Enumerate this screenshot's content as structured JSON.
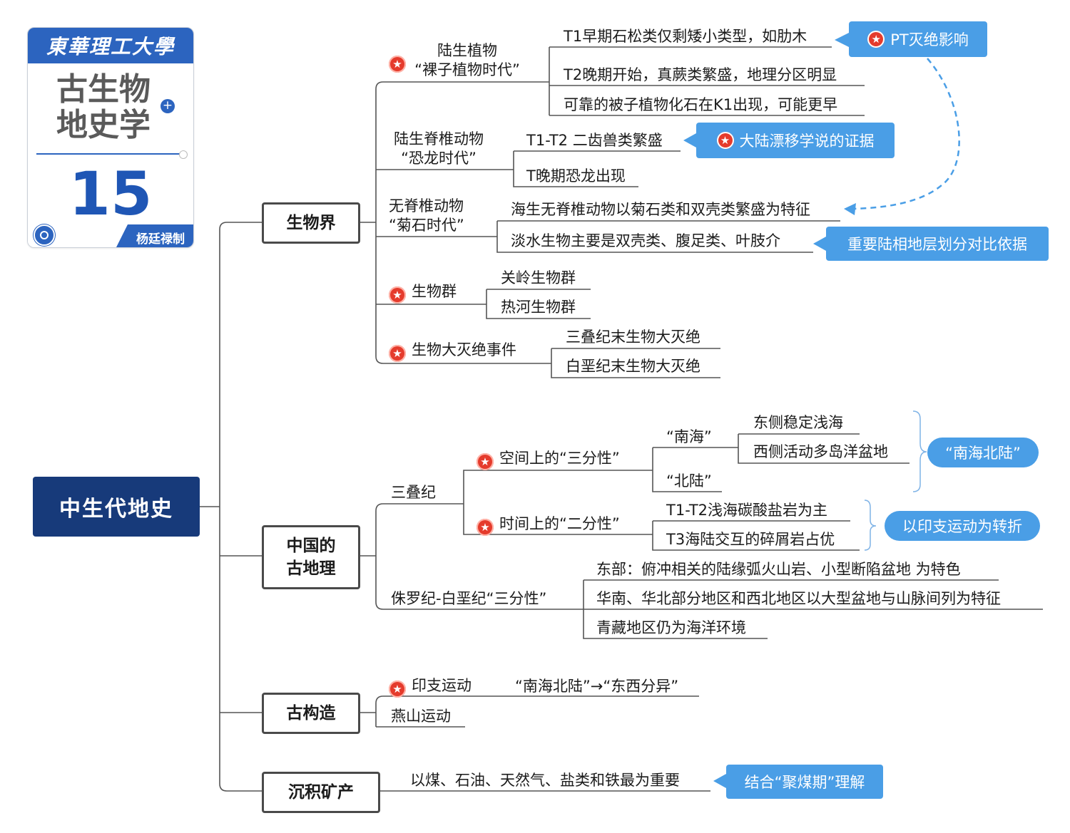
{
  "badge": {
    "university": "東華理工大學",
    "title_line1": "古生物",
    "title_line2": "地史学",
    "number": "15",
    "author": "杨廷禄制"
  },
  "root": "中生代地史",
  "categories": {
    "biosphere": "生物界",
    "paleogeography_line1": "中国的",
    "paleogeography_line2": "古地理",
    "tectonics": "古构造",
    "minerals": "沉积矿产"
  },
  "biosphere": {
    "land_plants_line1": "陆生植物",
    "land_plants_line2": "“裸子植物时代”",
    "land_plants_items": [
      "T1早期石松类仅剩矮小类型，如肋木",
      "T2晚期开始，真蕨类繁盛，地理分区明显",
      "可靠的被子植物化石在K1出现，可能更早"
    ],
    "vertebrates_line1": "陆生脊椎动物",
    "vertebrates_line2": "“恐龙时代”",
    "vertebrates_items": [
      "T1-T2 二齿兽类繁盛",
      "T晚期恐龙出现"
    ],
    "invertebrates_line1": "无脊椎动物",
    "invertebrates_line2": "“菊石时代”",
    "invertebrates_items": [
      "海生无脊椎动物以菊石类和双壳类繁盛为特征",
      "淡水生物主要是双壳类、腹足类、叶肢介"
    ],
    "biotas": "生物群",
    "biotas_items": [
      "关岭生物群",
      "热河生物群"
    ],
    "extinctions": "生物大灭绝事件",
    "extinctions_items": [
      "三叠纪末生物大灭绝",
      "白垩纪末生物大灭绝"
    ]
  },
  "paleogeo": {
    "triassic": "三叠纪",
    "spatial": "空间上的“三分性”",
    "south_sea": "“南海”",
    "south_sea_items": [
      "东侧稳定浅海",
      "西侧活动多岛洋盆地"
    ],
    "north_land": "“北陆”",
    "temporal": "时间上的“二分性”",
    "temporal_items": [
      "T1-T2浅海碳酸盐岩为主",
      "T3海陆交互的碎屑岩占优"
    ],
    "jurassic_cretaceous": "侏罗纪-白垩纪“三分性”",
    "jk_items": [
      "东部：俯冲相关的陆缘弧火山岩、小型断陷盆地 为特色",
      "华南、华北部分地区和西北地区以大型盆地与山脉间列为特征",
      "青藏地区仍为海洋环境"
    ]
  },
  "tectonics": {
    "indosinian": "印支运动",
    "indosinian_detail": "“南海北陆”→“东西分异”",
    "yanshan": "燕山运动"
  },
  "minerals": {
    "detail": "以煤、石油、天然气、盐类和铁最为重要"
  },
  "notes": {
    "pt_extinction": "PT灭绝影响",
    "continental_drift": "大陆漂移学说的证据",
    "stratigraphy": "重要陆相地层划分对比依据",
    "south_sea_north_land": "“南海北陆”",
    "indosinian_turn": "以印支运动为转折",
    "coal_period": "结合“聚煤期”理解"
  },
  "colors": {
    "root_fill": "#173a7a",
    "note_fill": "#4a9ee6",
    "star": "#e53b2c",
    "line": "#4a4a4a"
  }
}
